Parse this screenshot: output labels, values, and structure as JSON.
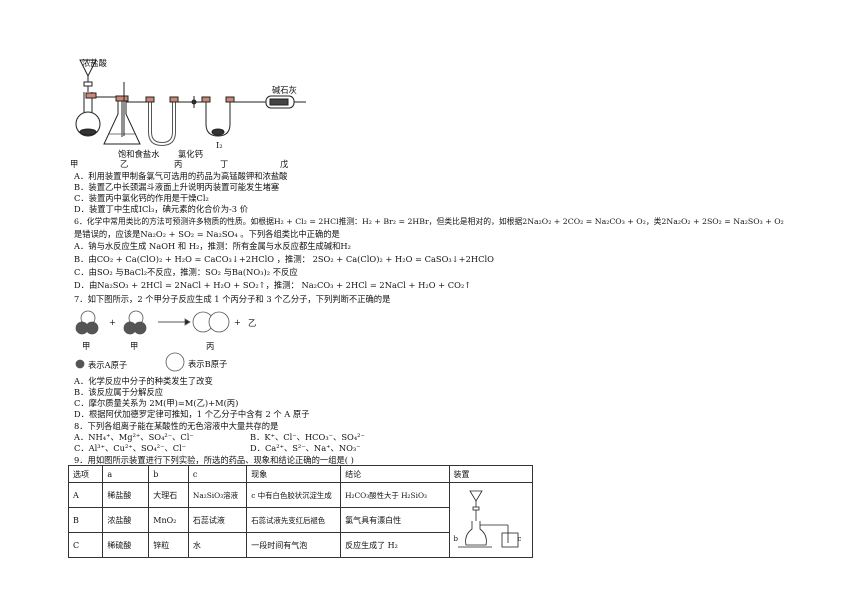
{
  "apparatus": {
    "labels": {
      "hcl": "浓盐酸",
      "sat_nacl": "饱和食盐水",
      "cacl2": "氯化钙",
      "i2": "I₂",
      "soda_lime": "碱石灰",
      "jia": "甲",
      "yi": "乙",
      "bing": "丙",
      "ding": "丁",
      "wu": "戊"
    }
  },
  "q5": {
    "options": [
      "A．利用装置甲制备氯气可选用的药品为高锰酸钾和浓盐酸",
      "B．装置乙中长颈漏斗液面上升说明丙装置可能发生堵塞",
      "C．装置丙中氯化钙的作用是干燥Cl₂",
      "D．装置丁中生成ICl₃，碘元素的化合价为-3 价"
    ]
  },
  "q6": {
    "stem1": "6．化学中常用类比的方法可预测许多物质的性质。如根据H₂ + Cl₂ = 2HCl推测：H₂ + Br₂ = 2HBr，但类比是相对的，如根据2Na₂O₂ + 2CO₂ = Na₂CO₃ + O₂，类2Na₂O₂ + 2SO₂ = Na₂SO₃ + O₂",
    "stem2": "是错误的，应该是Na₂O₂ + SO₂ = Na₂SO₄ 。下列各组类比中正确的是",
    "options": [
      "A．钠与水反应生成 NaOH 和 H₂，推测：所有金属与水反应都生成碱和H₂",
      "B．由CO₂ + Ca(ClO)₂ + H₂O = CaCO₃↓+2HClO ，推测：  2SO₂ + Ca(ClO)₂ + H₂O = CaSO₃↓+2HClO",
      "C．由SO₂ 与BaCl₂不反应，推测：SO₂ 与Ba(NO₃)₂ 不反应",
      "D．由Na₂SO₃ + 2HCl = 2NaCl + H₂O + SO₂↑，推测：  Na₂CO₃ + 2HCl = 2NaCl + H₂O + CO₂↑"
    ]
  },
  "q7": {
    "stem": "7．如下图所示，2 个甲分子反应生成 1 个丙分子和 3 个乙分子，下列判断不正确的是",
    "diagram": {
      "plus": "+",
      "jia": "甲",
      "bing": "丙",
      "yi": "乙",
      "legend_a": "表示A原子",
      "legend_b": "表示B原子"
    },
    "options": [
      "A．化学反应中分子的种类发生了改变",
      "B．该反应属于分解反应",
      "C．摩尔质量关系为 2M(甲)=M(乙)+M(丙)",
      "D．根据阿伏加德罗定律可推知，1 个乙分子中含有 2 个 A 原子"
    ]
  },
  "q8": {
    "stem": "8．下列各组离子能在某酸性的无色溶液中大量共存的是",
    "A": "A．NH₄⁺、Mg²⁺、SO₄²⁻、Cl⁻",
    "B": "B．K⁺、Cl⁻、HCO₃⁻、SO₄²⁻",
    "C": "C．Al³⁺、Cu²⁺、SO₄²⁻、Cl⁻",
    "D": "D．Ca²⁺、S²⁻、Na⁺、NO₃⁻"
  },
  "q9": {
    "stem": "9．用如图所示装置进行下列实验，所选的药品、现象和结论正确的一组是(      )",
    "headers": [
      "选项",
      "a",
      "b",
      "c",
      "现象",
      "结论",
      "装置"
    ],
    "rows": [
      [
        "A",
        "稀盐酸",
        "大理石",
        "Na₂SiO₃溶液",
        "c 中有白色胶状沉淀生成",
        "H₂CO₃酸性大于 H₂SiO₃"
      ],
      [
        "B",
        "浓盐酸",
        "MnO₂",
        "石蕊试液",
        "石蕊试液先变红后褪色",
        "氯气具有漂白性"
      ],
      [
        "C",
        "稀硫酸",
        "锌粒",
        "水",
        "一段时间有气泡",
        "反应生成了 H₂"
      ]
    ],
    "device_labels": {
      "b": "b",
      "c": "c"
    }
  }
}
